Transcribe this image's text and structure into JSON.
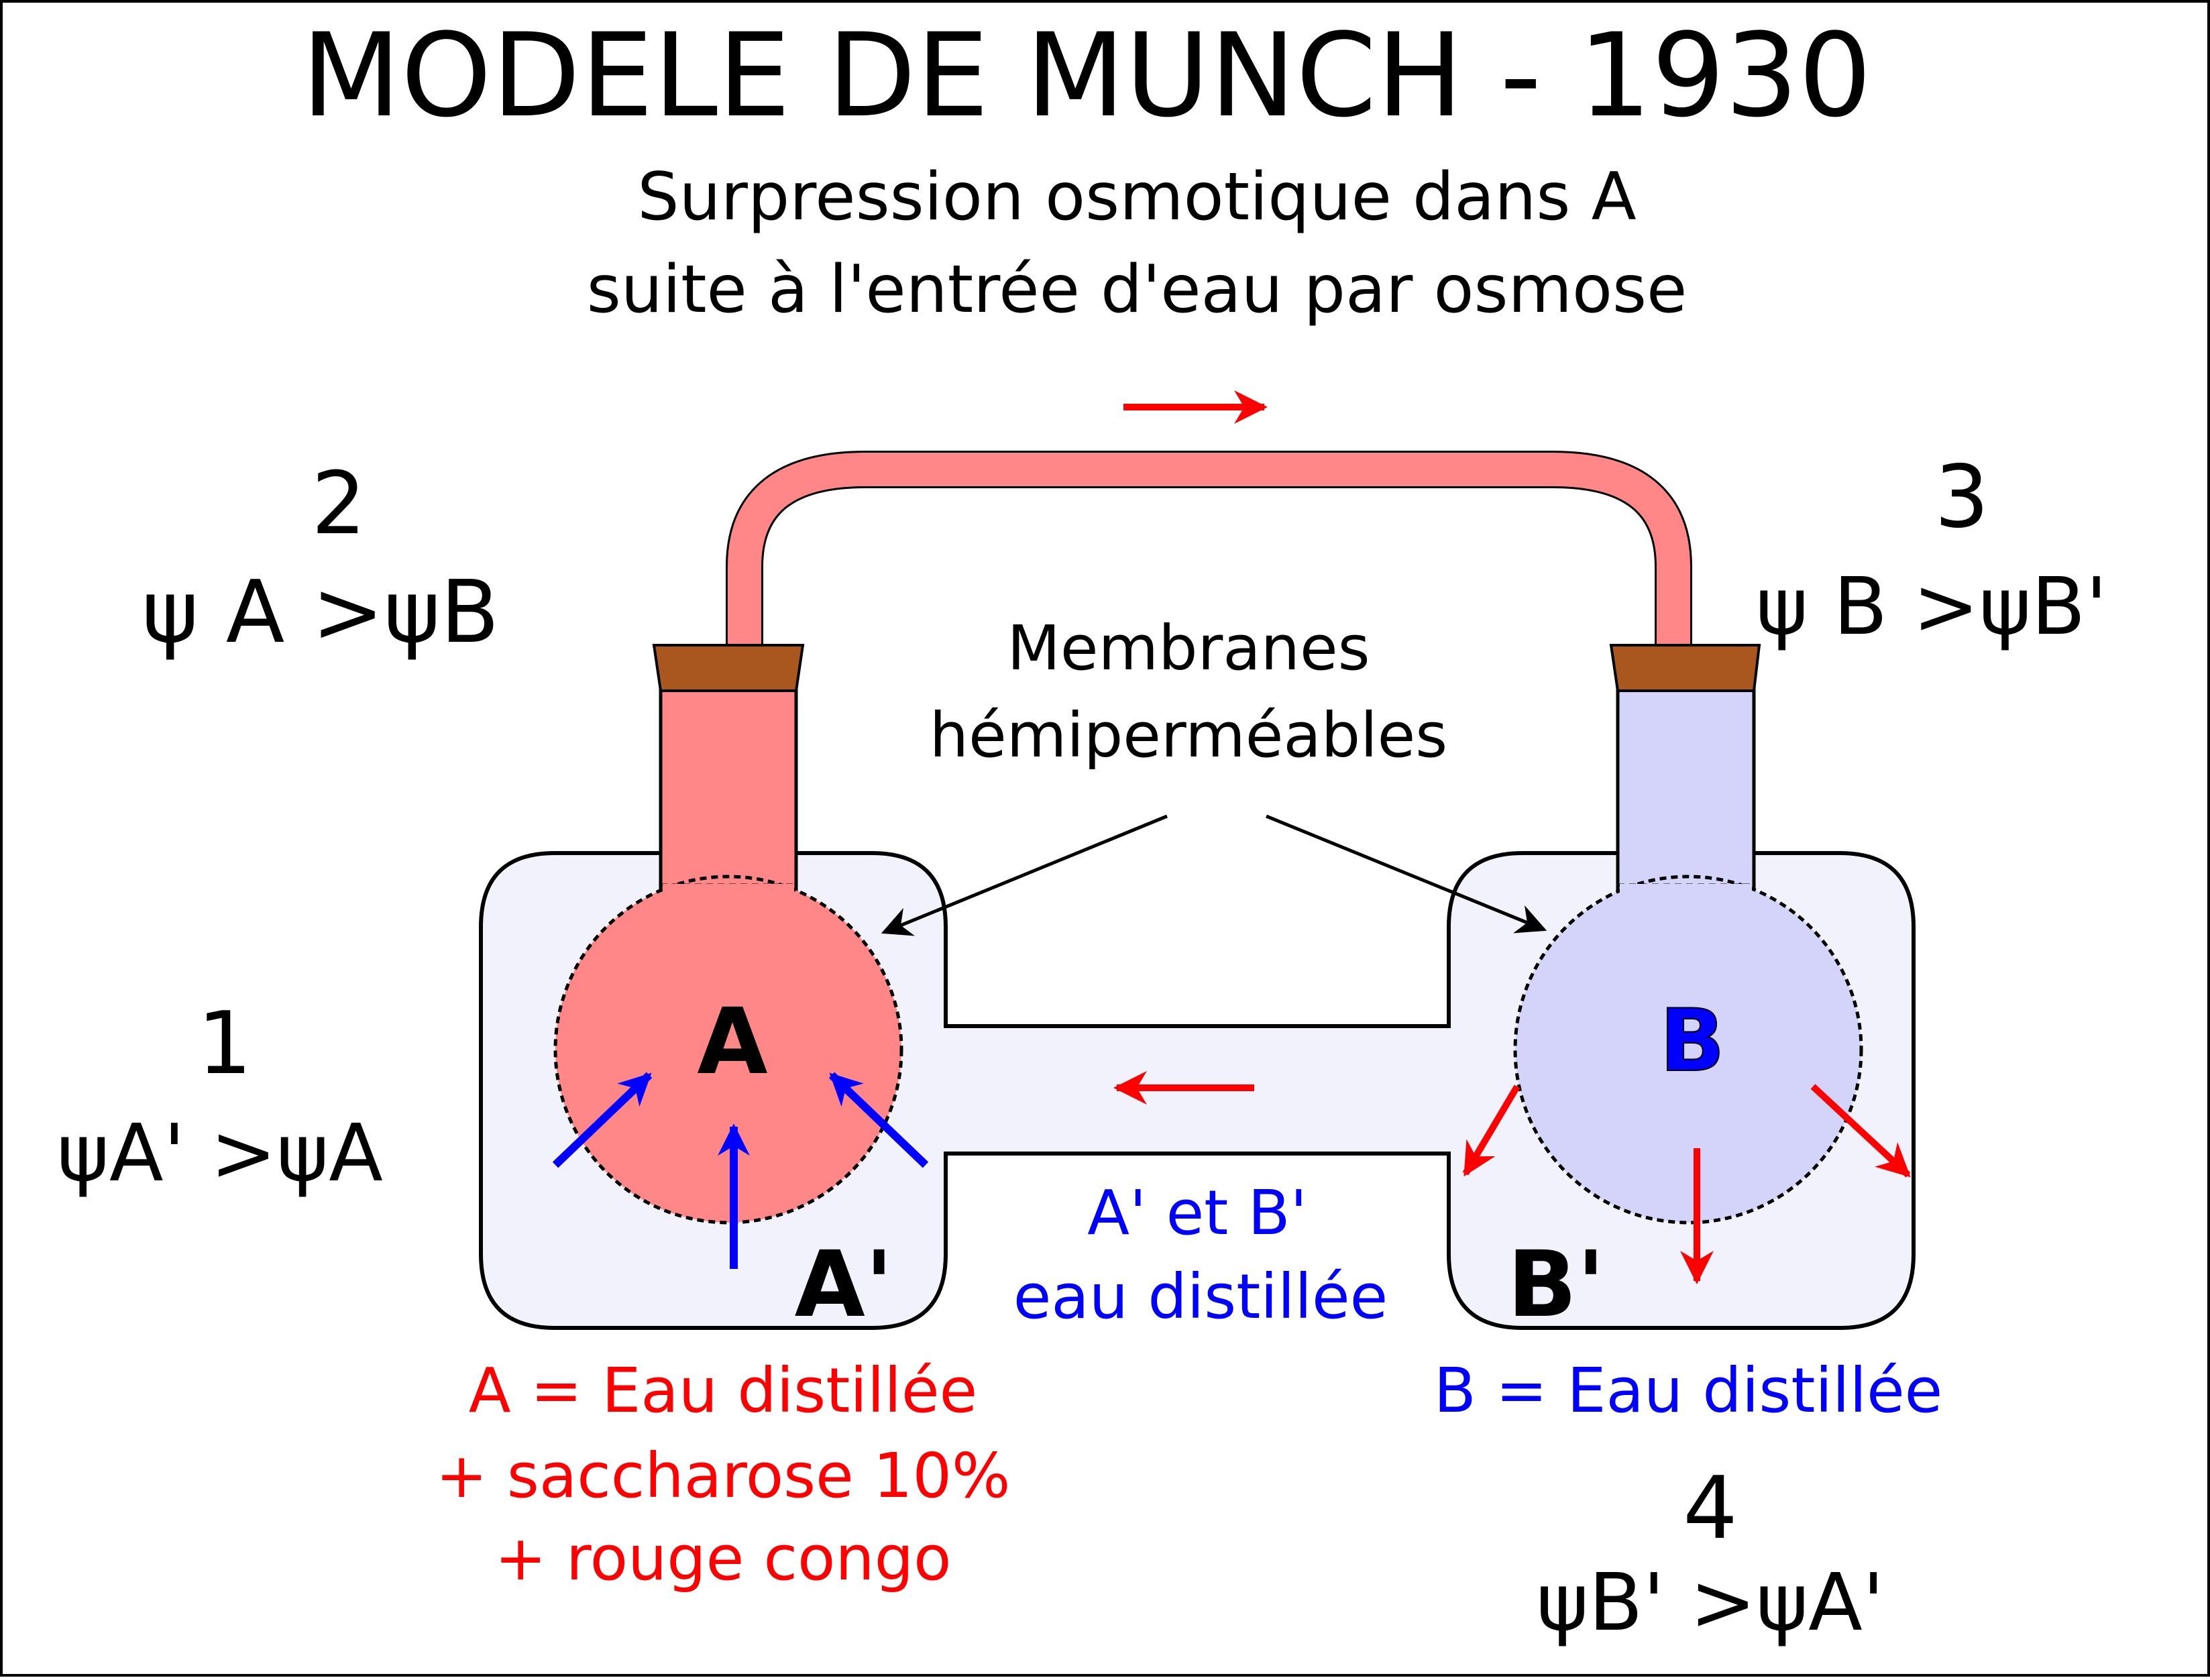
{
  "title": "MODELE DE MUNCH - 1930",
  "subtitle": {
    "line1": "Surpression osmotique dans A",
    "line2": "suite à l'entrée d'eau par osmose"
  },
  "steps": [
    {
      "number": "1",
      "relation": "ψA' >ψA"
    },
    {
      "number": "2",
      "relation": "ψ A >ψB"
    },
    {
      "number": "3",
      "relation": "ψ B >ψB'"
    },
    {
      "number": "4",
      "relation": "ψB' >ψA'"
    }
  ],
  "membranes_label": {
    "line1": "Membranes",
    "line2": "hémiperméables"
  },
  "compartments": {
    "A": "A",
    "B": "B",
    "A_prime": "A'",
    "B_prime": "B'"
  },
  "outer_solution": {
    "line1": "A' et B'",
    "line2": "eau distillée"
  },
  "solution_A": {
    "line1": "A = Eau distillée",
    "line2": "+ saccharose 10%",
    "line3": "+ rouge congo"
  },
  "solution_B": {
    "line1": "B = Eau distillée"
  },
  "colors": {
    "solution_A_fill": "#ff8787",
    "solution_B_fill": "#d4d4fa",
    "outer_bath_fill": "#f2f2fc",
    "tube_fill": "#ff8787",
    "stopper_fill": "#aa561f",
    "red_text": "#ff0000",
    "blue_text": "#0000ff",
    "water_flow_arrow": "#0000ff",
    "pressure_flow_arrow": "#ff0000"
  }
}
